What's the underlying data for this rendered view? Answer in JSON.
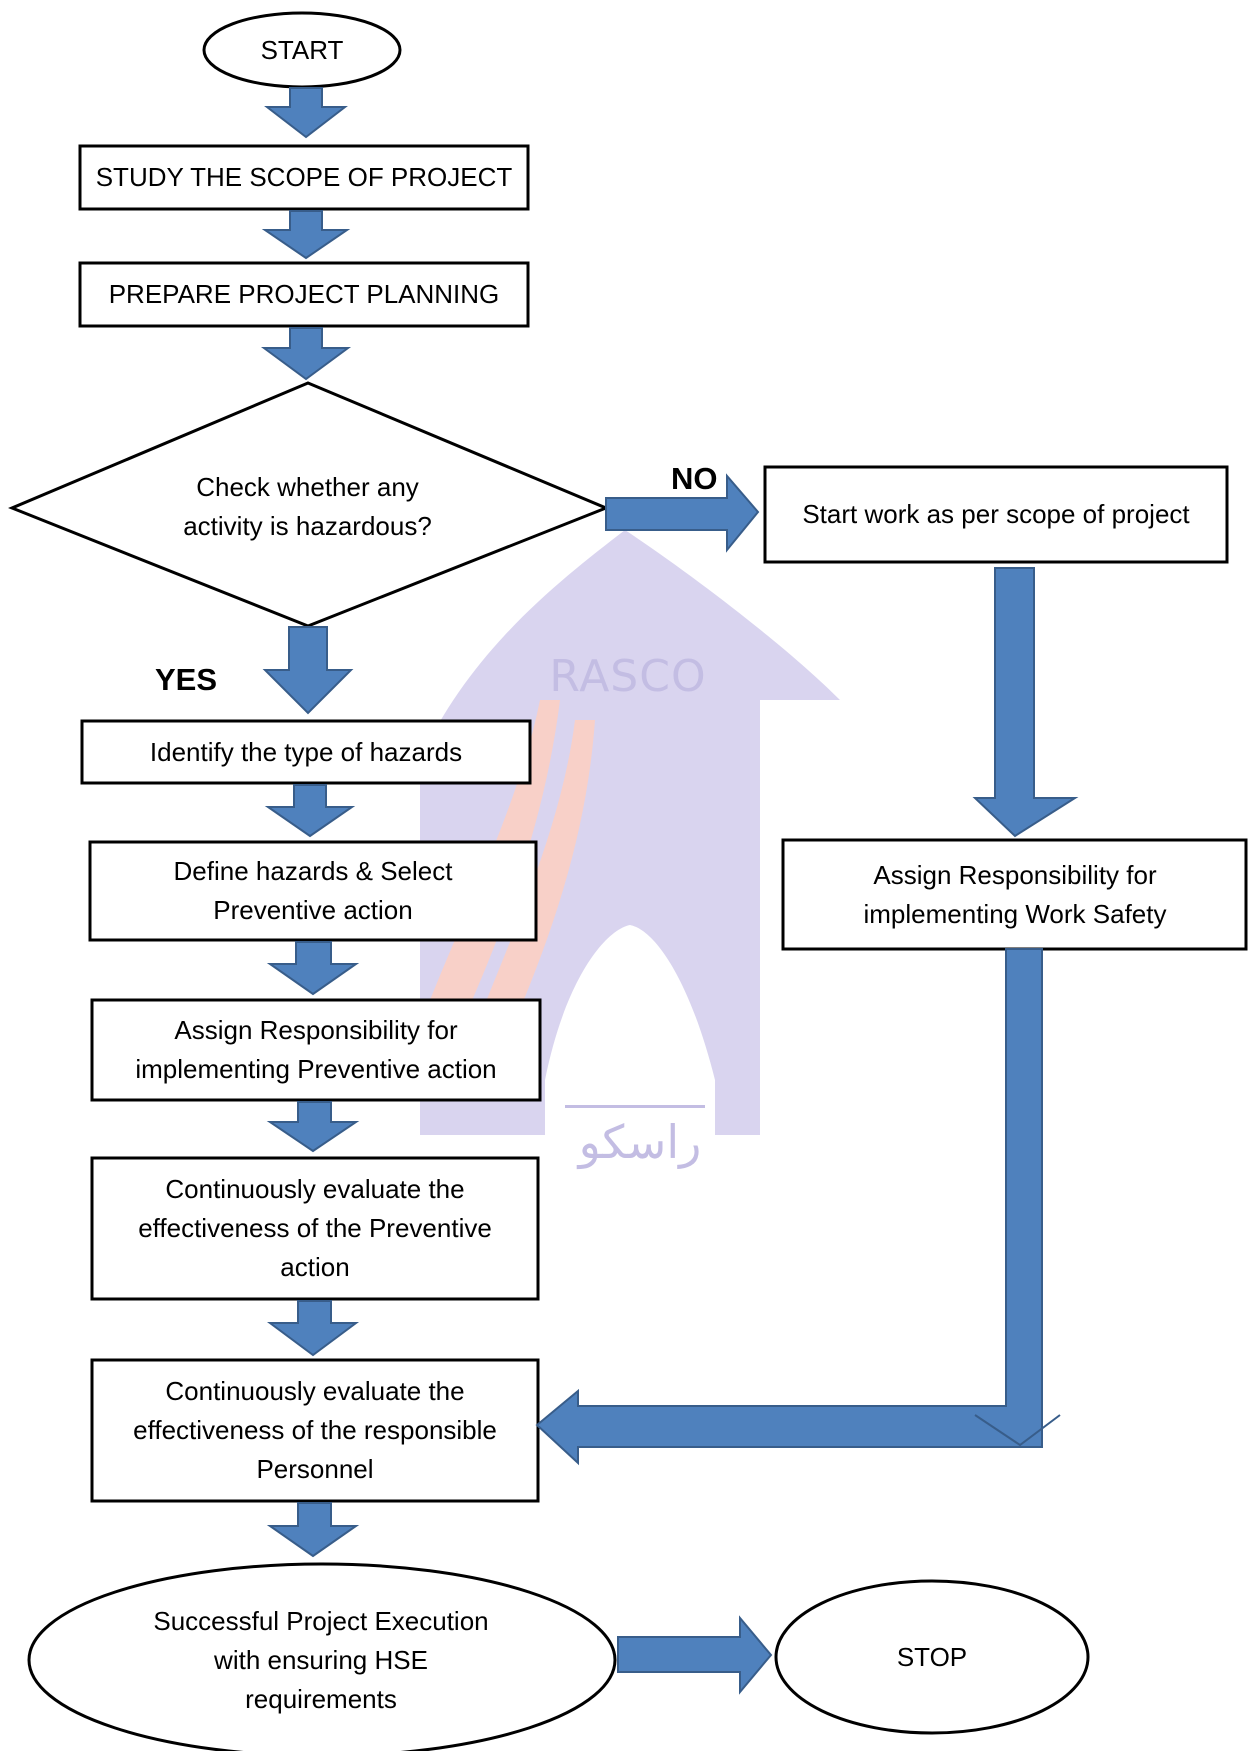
{
  "watermark": {
    "logo_name": "rasco-logo-watermark",
    "latin_text": "RASCO",
    "arabic_text": "راسكو"
  },
  "colors": {
    "arrow_fill": "#4f81bd",
    "arrow_stroke": "#385d8a",
    "node_border": "#000000",
    "watermark_purple": "#d9d4ef",
    "watermark_red": "#f8d0c8"
  },
  "nodes": {
    "start": "START",
    "study_scope": "STUDY THE SCOPE OF PROJECT",
    "prepare_planning": "PREPARE PROJECT PLANNING",
    "decision": "Check whether any activity is hazardous?",
    "start_work": "Start work as per scope of project",
    "identify_hazards": "Identify the type of hazards",
    "define_hazards": "Define hazards & Select Preventive action",
    "assign_preventive": "Assign Responsibility for implementing Preventive action",
    "evaluate_preventive": "Continuously evaluate the effectiveness of the Preventive action",
    "assign_safety": "Assign Responsibility for implementing Work Safety",
    "evaluate_personnel": "Continuously evaluate the effectiveness of the responsible Personnel",
    "success": "Successful Project Execution with ensuring HSE requirements",
    "stop": "STOP"
  },
  "labels": {
    "no": "NO",
    "yes": "YES"
  }
}
